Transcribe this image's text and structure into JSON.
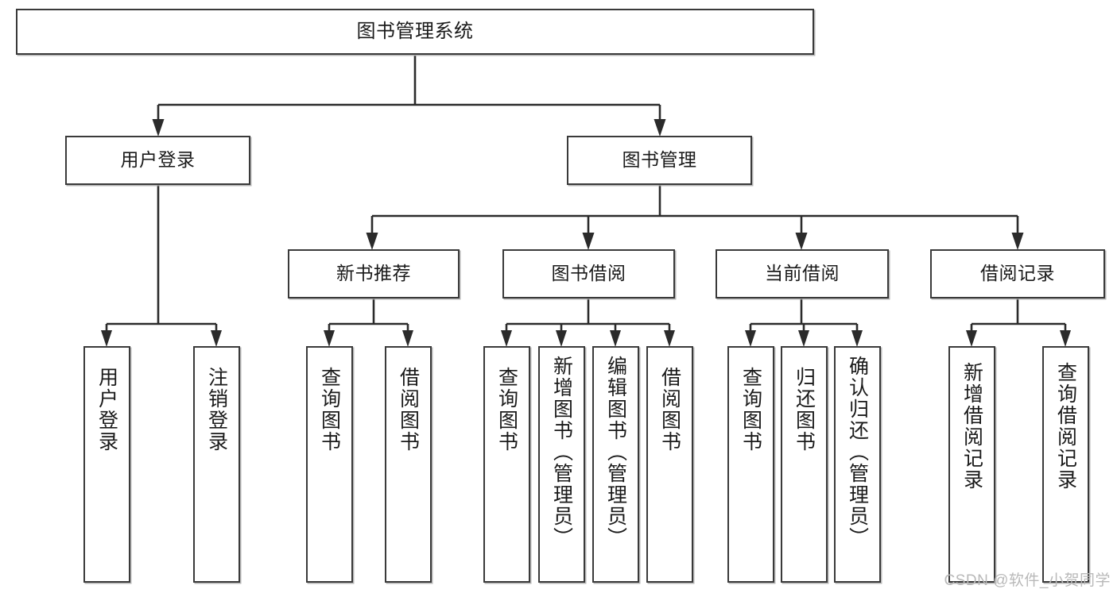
{
  "diagram": {
    "title_text": "图书管理系统",
    "type": "tree-hierarchy-diagram",
    "colors": {
      "node_border": "#3a3a3a",
      "node_fill": "#ffffff",
      "edge": "#2b2b2b",
      "text": "#1a1a1a",
      "watermark": "#b9b9b9"
    },
    "nodes": {
      "root": {
        "label": "图书管理系统",
        "orientation": "horizontal"
      },
      "level2": [
        {
          "id": "user-login",
          "label": "用户登录",
          "orientation": "horizontal"
        },
        {
          "id": "book-management",
          "label": "图书管理",
          "orientation": "horizontal"
        }
      ],
      "level3": [
        {
          "id": "new-book-recommend",
          "label": "新书推荐",
          "orientation": "horizontal"
        },
        {
          "id": "book-borrow",
          "label": "图书借阅",
          "orientation": "horizontal"
        },
        {
          "id": "current-borrow",
          "label": "当前借阅",
          "orientation": "horizontal"
        },
        {
          "id": "borrow-record",
          "label": "借阅记录",
          "orientation": "horizontal"
        }
      ],
      "leaves": {
        "user_login": [
          {
            "id": "leaf-user-login",
            "label": "用户登录",
            "orientation": "vertical"
          },
          {
            "id": "leaf-logout",
            "label": "注销登录",
            "orientation": "vertical"
          }
        ],
        "new_book_recommend": [
          {
            "id": "leaf-query-book-1",
            "label": "查询图书",
            "orientation": "vertical"
          },
          {
            "id": "leaf-borrow-book-1",
            "label": "借阅图书",
            "orientation": "vertical"
          }
        ],
        "book_borrow": [
          {
            "id": "leaf-query-book-2",
            "label": "查询图书",
            "orientation": "vertical"
          },
          {
            "id": "leaf-add-book",
            "label": "新增图书（管理员）",
            "orientation": "vertical"
          },
          {
            "id": "leaf-edit-book",
            "label": "编辑图书（管理员）",
            "orientation": "vertical"
          },
          {
            "id": "leaf-borrow-book-2",
            "label": "借阅图书",
            "orientation": "vertical"
          }
        ],
        "current_borrow": [
          {
            "id": "leaf-query-book-3",
            "label": "查询图书",
            "orientation": "vertical"
          },
          {
            "id": "leaf-return-book",
            "label": "归还图书",
            "orientation": "vertical"
          },
          {
            "id": "leaf-confirm-return",
            "label": "确认归还（管理员）",
            "orientation": "vertical"
          }
        ],
        "borrow_record": [
          {
            "id": "leaf-add-borrow-record",
            "label": "新增借阅记录",
            "orientation": "vertical"
          },
          {
            "id": "leaf-query-borrow-record",
            "label": "查询借阅记录",
            "orientation": "vertical"
          }
        ]
      }
    }
  },
  "watermark": {
    "text": "CSDN @软件_小贺同学"
  }
}
